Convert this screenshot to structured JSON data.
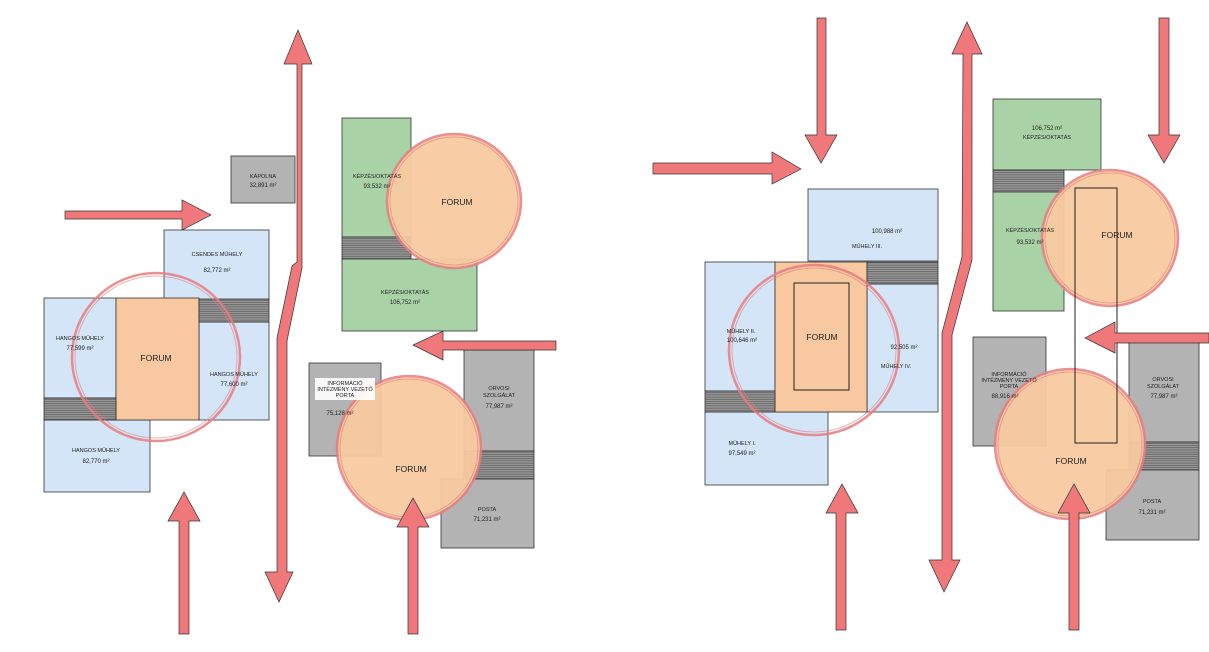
{
  "colors": {
    "blue_room": "#d3e5f6",
    "green_room": "#a9d3a6",
    "grey_room": "#b3b3b3",
    "forum_fill": "#f8c9a0",
    "forum_ring": "#e97b80",
    "arrow": "#f0787a",
    "hatch": "#808080",
    "outline": "#333333"
  },
  "left_plan": {
    "kapolna": {
      "name": "KÁPOLNA",
      "area": "32,891 m²"
    },
    "csendes_muhely": {
      "name": "CSENDES MŰHELY",
      "area": "82,772 m²"
    },
    "hangos_muhely_top": {
      "name": "HANGOS MŰHELY",
      "area": "77,599 m²"
    },
    "hangos_muhely_right": {
      "name": "HANGOS MŰHELY",
      "area": "77,600 m²"
    },
    "hangos_muhely_bottom": {
      "name": "HANGOS MŰHELY",
      "area": "82,770 m²"
    },
    "forum_workshops": "FORUM",
    "kepzes_top": {
      "name": "KÉPZÉS/OKTATÁS",
      "area": "93,532 m²"
    },
    "kepzes_bottom": {
      "name": "KÉPZÉS/OKTATÁS",
      "area": "106,752 m²"
    },
    "forum_education": "FORUM",
    "informacio": {
      "name_line1": "INFORMÁCIÓ",
      "name_line2": "INTÉZMÉNY VEZETŐ",
      "name_line3": "PORTA",
      "area": "75,128 m²"
    },
    "orvosi": {
      "name_line1": "ORVOSI",
      "name_line2": "SZOLGÁLAT",
      "area": "77,987 m²"
    },
    "posta": {
      "name": "POSTA",
      "area": "71,231 m²"
    },
    "forum_services": "FORUM"
  },
  "right_plan": {
    "muhely_iii": {
      "name": "MŰHELY III.",
      "area": "100,988 m²"
    },
    "muhely_ii": {
      "name": "MŰHELY II.",
      "area": "100,646 m²"
    },
    "muhely_iv": {
      "name": "MŰHELY IV.",
      "area": "92,505 m²"
    },
    "muhely_i": {
      "name": "MŰHELY I.",
      "area": "97,549 m²"
    },
    "forum_workshops": "FORUM",
    "kepzes_top": {
      "name": "KÉPZÉS/OKTATÁS",
      "area": "106,752 m²"
    },
    "kepzes_bottom": {
      "name": "KÉPZÉS/OKTATÁS",
      "area": "93,532 m²"
    },
    "forum_education": "FORUM",
    "informacio": {
      "name_line1": "INFORMÁCIÓ",
      "name_line2": "INTÉZMÉNY VEZETŐ",
      "name_line3": "PORTA",
      "area": "88,916 m²"
    },
    "orvosi": {
      "name_line1": "ORVOSI",
      "name_line2": "SZOLGÁLAT",
      "area": "77,987 m²"
    },
    "posta": {
      "name": "POSTA",
      "area": "71,231 m²"
    },
    "forum_services": "FORUM"
  }
}
